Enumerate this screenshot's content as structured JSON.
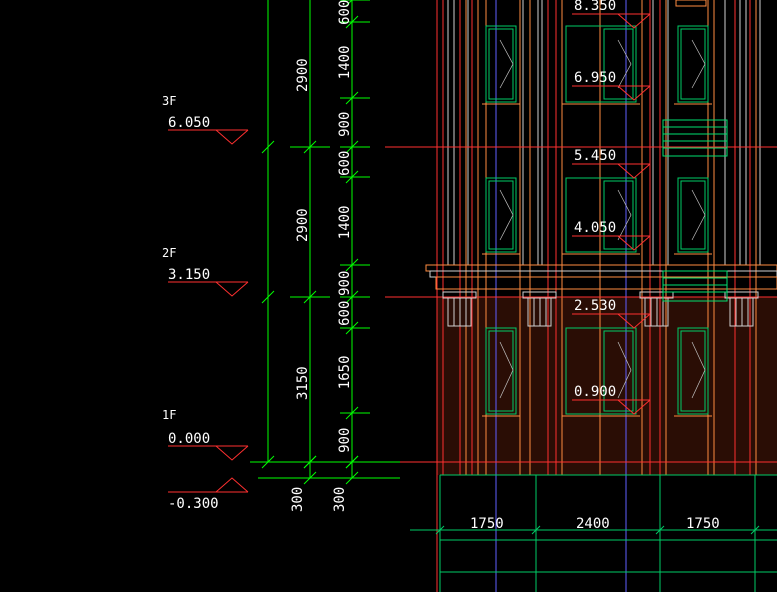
{
  "levels": [
    {
      "floor": "3F",
      "elev": "6.050"
    },
    {
      "floor": "2F",
      "elev": "3.150"
    },
    {
      "floor": "1F",
      "elev": "0.000"
    },
    {
      "floor": "",
      "elev": "-0.300"
    }
  ],
  "storey_dims": [
    "2900",
    "2900",
    "3150"
  ],
  "sub_dims": [
    "600",
    "1400",
    "900",
    "600",
    "1400",
    "900",
    "600",
    "1650",
    "900"
  ],
  "bottom_dims_vertical": [
    "300",
    "300"
  ],
  "facade_elevations": [
    "8.350",
    "6.950",
    "5.450",
    "4.050",
    "2.530",
    "0.900"
  ],
  "bay_dims": [
    "1750",
    "2400",
    "1750"
  ],
  "colors": {
    "background": "#000000",
    "dimension": "#00ff00",
    "wall": "#ff3030",
    "text": "#ffffff",
    "window": "#00cc66",
    "column": "#d0d0d0",
    "orange": "#ff8c40",
    "cyan": "#00e0ff"
  }
}
